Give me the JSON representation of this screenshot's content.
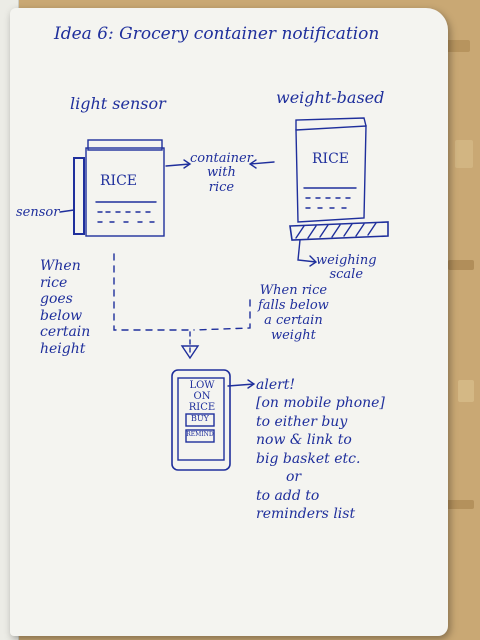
{
  "title": "Idea 6: Grocery container notification",
  "left": {
    "heading": "light sensor",
    "jar_label": "RICE",
    "sensor_label": "sensor",
    "condition": [
      "When",
      "rice",
      "goes",
      "below",
      "certain",
      "height"
    ]
  },
  "middle": {
    "container_note": [
      "container",
      "with",
      "rice"
    ]
  },
  "right": {
    "heading": "weight-based",
    "jar_label": "RICE",
    "scale_label": [
      "weighing",
      "scale"
    ],
    "condition": [
      "When rice",
      "falls below",
      "a certain",
      "weight"
    ]
  },
  "phone": {
    "screen_lines": [
      "LOW",
      "ON",
      "RICE"
    ],
    "buy_button": "BUY",
    "remind_button": "REMIND"
  },
  "alert_note": [
    "alert!",
    "[on mobile phone]",
    "to either buy",
    "now & link to",
    "big basket etc.",
    "or",
    "to add to",
    "reminders list"
  ],
  "ink_color": "#1f2f9c"
}
